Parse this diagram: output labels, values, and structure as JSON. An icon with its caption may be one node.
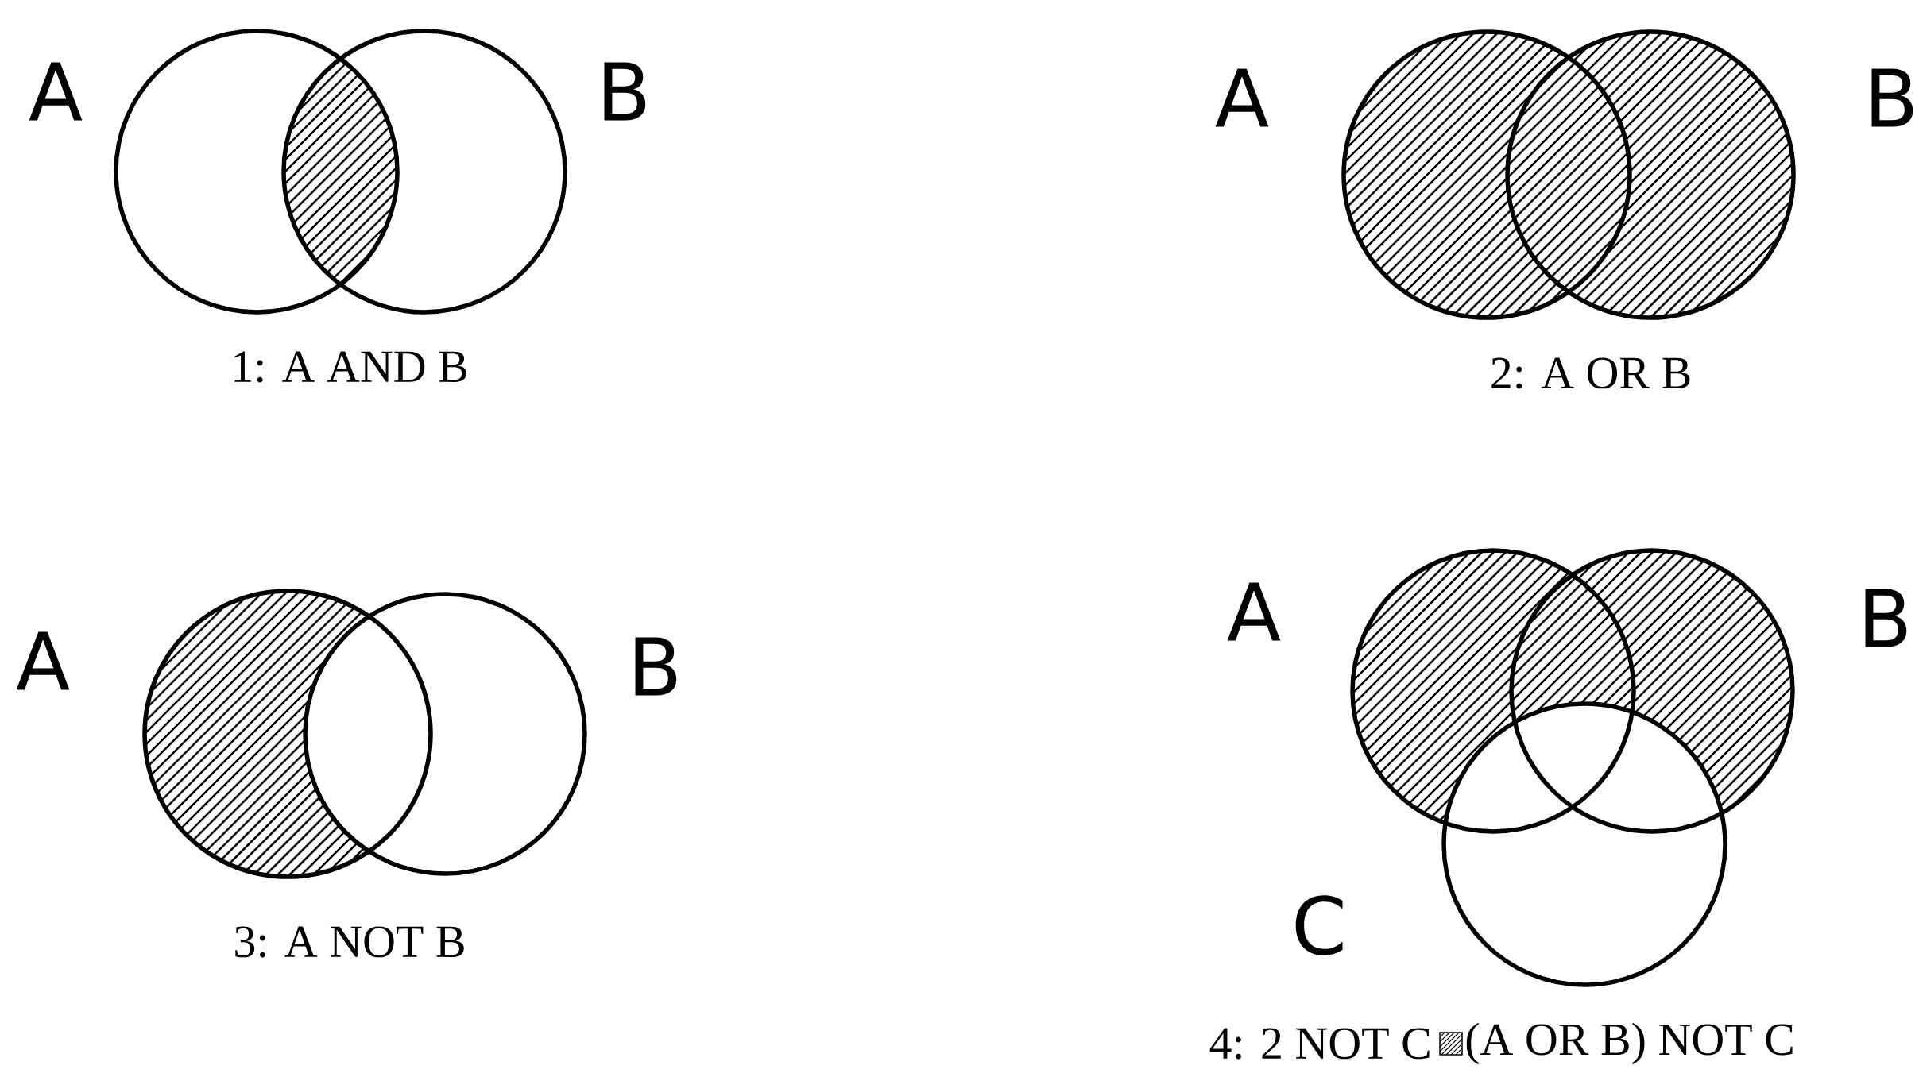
{
  "diagram": {
    "nodes": [
      {
        "text": [],
        "shape": "circle",
        "beside": [
          "A"
        ]
      },
      {
        "text": [],
        "shape": "circle",
        "beside": [
          "B"
        ]
      },
      {
        "text": [],
        "shape": "circle",
        "beside": [
          "A"
        ]
      },
      {
        "text": [],
        "shape": "circle",
        "beside": [
          "B"
        ]
      },
      {
        "text": [],
        "shape": "circle",
        "beside": [
          "A"
        ]
      },
      {
        "text": [],
        "shape": "circle",
        "beside": [
          "B"
        ]
      },
      {
        "text": [],
        "shape": "circle",
        "beside": [
          "A"
        ]
      },
      {
        "text": [],
        "shape": "circle",
        "beside": [
          "B"
        ]
      },
      {
        "text": [],
        "shape": "circle",
        "beside": [
          "C"
        ]
      }
    ],
    "labels": [
      "1: A AND B",
      "2: A OR B",
      "3: A NOT B",
      "4: 2 NOT C"
    ],
    "legend": [
      {
        "text": "(A OR B) NOT C"
      }
    ]
  }
}
